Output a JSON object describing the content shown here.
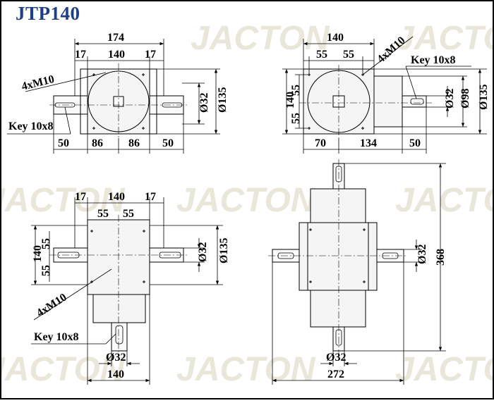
{
  "header": {
    "title": "JTP140"
  },
  "watermark": {
    "text": "JACTON",
    "color": "#e9e6da"
  },
  "colors": {
    "title": "#1e3f87",
    "frame": "#000000"
  },
  "top_left": {
    "dim_174": "174",
    "dim_17a": "17",
    "dim_140": "140",
    "dim_17b": "17",
    "bolt": "4xM10",
    "key": "Key 10x8",
    "dia_32": "Ø32",
    "dia_135": "Ø135",
    "dim_50a": "50",
    "dim_86a": "86",
    "dim_86b": "86",
    "dim_50b": "50"
  },
  "top_right": {
    "dim_140": "140",
    "dim_55a": "55",
    "dim_55b": "55",
    "bolt": "4xM10",
    "key": "Key 10x8",
    "v_140": "140",
    "v_55a": "55",
    "v_55b": "55",
    "dia_32": "Ø32",
    "dia_98": "Ø98",
    "dia_135": "Ø135",
    "dim_70": "70",
    "dim_134": "134",
    "dim_50": "50"
  },
  "bottom_left": {
    "dim_17a": "17",
    "dim_140": "140",
    "dim_17b": "17",
    "dim_55a": "55",
    "dim_55b": "55",
    "v_140": "140",
    "v_55a": "55",
    "v_55b": "55",
    "dia_32": "Ø32",
    "dia_135": "Ø135",
    "bolt": "4xM10",
    "key": "Key 10x8",
    "dia_32_bottom": "Ø32",
    "dim_140_bottom": "140"
  },
  "bottom_right": {
    "dia_32": "Ø32",
    "dim_368": "368",
    "dia_32_bottom": "Ø32",
    "dim_272": "272"
  }
}
